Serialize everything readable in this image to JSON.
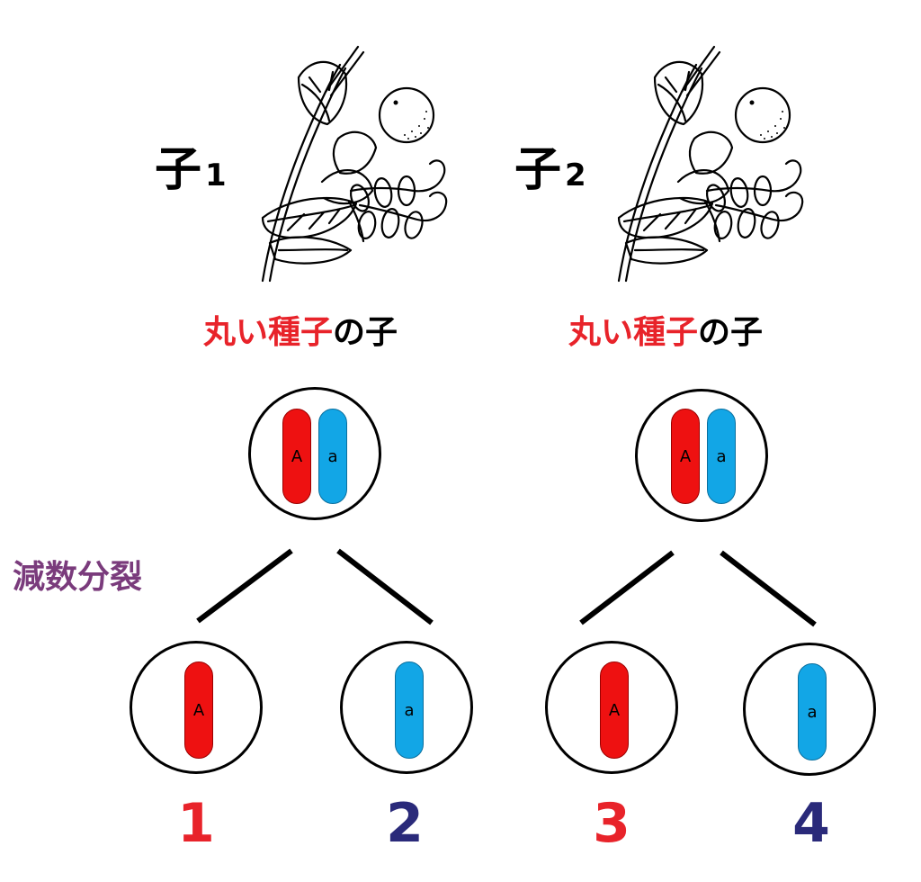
{
  "children": [
    {
      "label": "子",
      "number": "1",
      "caption_colored": "丸い種子",
      "caption_plain": "の子",
      "parent_alleles": [
        "A",
        "a"
      ]
    },
    {
      "label": "子",
      "number": "2",
      "caption_colored": "丸い種子",
      "caption_plain": "の子",
      "parent_alleles": [
        "A",
        "a"
      ]
    }
  ],
  "process_label": "減数分裂",
  "gametes": [
    {
      "number": "1",
      "allele": "A",
      "color": "#e8232a"
    },
    {
      "number": "2",
      "allele": "a",
      "color": "#2a2a7a"
    },
    {
      "number": "3",
      "allele": "A",
      "color": "#e8232a"
    },
    {
      "number": "4",
      "allele": "a",
      "color": "#2a2a7a"
    }
  ],
  "colors": {
    "dominant_chromosome": "#ee1111",
    "recessive_chromosome": "#12a6e6",
    "caption_accent": "#e8232a",
    "process_label": "#7a3b7c"
  }
}
